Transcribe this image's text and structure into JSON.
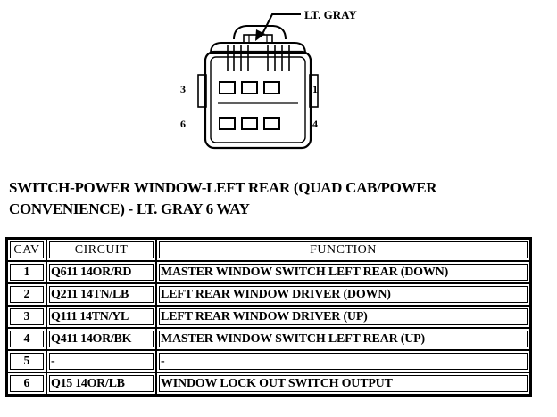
{
  "connector": {
    "wire_color_label": "LT. GRAY",
    "pin_labels": {
      "top_left": "3",
      "top_right": "1",
      "bottom_left": "6",
      "bottom_right": "4"
    }
  },
  "title": {
    "line1": "SWITCH-POWER WINDOW-LEFT REAR (QUAD CAB/POWER",
    "line2": "CONVENIENCE) - LT. GRAY 6 WAY"
  },
  "table": {
    "headers": [
      "CAV",
      "CIRCUIT",
      "FUNCTION"
    ],
    "rows": [
      {
        "cav": "1",
        "circuit": "Q611 14OR/RD",
        "function": "MASTER WINDOW SWITCH LEFT REAR (DOWN)"
      },
      {
        "cav": "2",
        "circuit": "Q211 14TN/LB",
        "function": "LEFT REAR WINDOW DRIVER (DOWN)"
      },
      {
        "cav": "3",
        "circuit": "Q111 14TN/YL",
        "function": "LEFT REAR WINDOW DRIVER (UP)"
      },
      {
        "cav": "4",
        "circuit": "Q411 14OR/BK",
        "function": "MASTER WINDOW SWITCH LEFT REAR (UP)"
      },
      {
        "cav": "5",
        "circuit": "-",
        "function": "-"
      },
      {
        "cav": "6",
        "circuit": "Q15 14OR/LB",
        "function": "WINDOW LOCK OUT SWITCH OUTPUT"
      }
    ]
  }
}
